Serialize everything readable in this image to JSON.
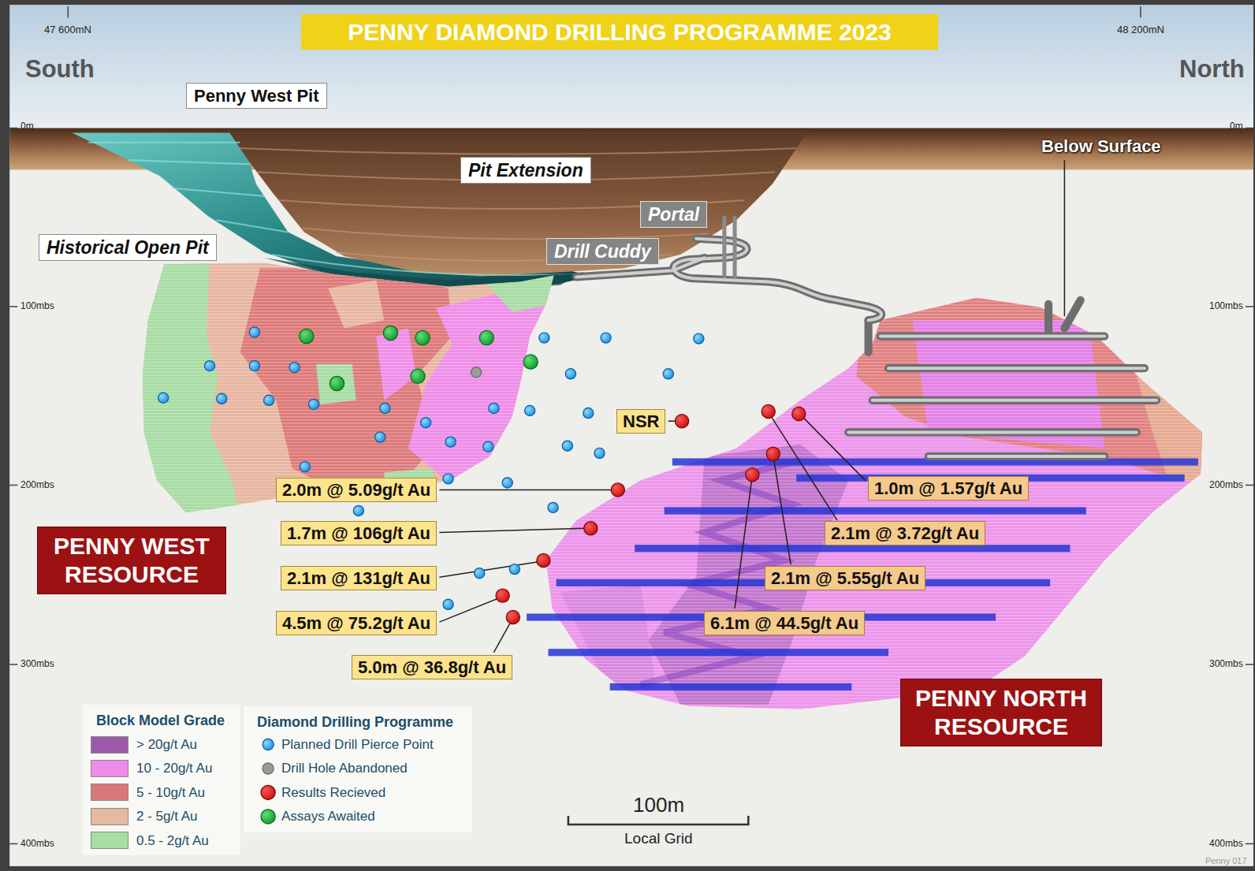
{
  "diagram": {
    "title": "PENNY DIAMOND DRILLING PROGRAMME 2023",
    "nodes": [
      {
        "text": [
          "Penny West Pit"
        ]
      },
      {
        "text": [
          "Pit Extension"
        ]
      },
      {
        "text": [
          "Historical Open Pit"
        ]
      },
      {
        "text": [
          "Portal"
        ]
      },
      {
        "text": [
          "Drill Cuddy"
        ]
      },
      {
        "text": [
          "NSR"
        ]
      },
      {
        "text": [
          "2.0m @ 5.09g/t Au"
        ]
      },
      {
        "text": [
          "1.0m @ 1.57g/t Au"
        ]
      },
      {
        "text": [
          "1.7m @ 106g/t Au"
        ]
      },
      {
        "text": [
          "2.1m @ 3.72g/t Au"
        ]
      },
      {
        "text": [
          "2.1m @ 131g/t Au"
        ]
      },
      {
        "text": [
          "2.1m @ 5.55g/t Au"
        ]
      },
      {
        "text": [
          "4.5m @ 75.2g/t Au"
        ]
      },
      {
        "text": [
          "6.1m @ 44.5g/t Au"
        ]
      },
      {
        "text": [
          "5.0m @ 36.8g/t Au"
        ]
      },
      {
        "text": [
          "PENNY WEST RESOURCE"
        ]
      },
      {
        "text": [
          "PENNY NORTH RESOURCE"
        ]
      }
    ],
    "labels": [
      "47 600mN",
      "48 200mN",
      "South",
      "North",
      "Below Surface",
      "0m",
      "0m",
      "100mbs",
      "100mbs",
      "200mbs",
      "200mbs",
      "300mbs",
      "300mbs",
      "400mbs",
      "400mbs",
      "Block Model Grade",
      "Diamond Drilling Programme",
      "100m",
      "Local Grid",
      "Penny 017"
    ],
    "legend": [
      {
        "text": "> 20g/t Au",
        "color": "#9b5aa8"
      },
      {
        "text": "10 - 20g/t Au",
        "color": "#ef8be9"
      },
      {
        "text": "5 - 10g/t Au",
        "color": "#d9777b"
      },
      {
        "text": "2 - 5g/t Au",
        "color": "#e6b9a1"
      },
      {
        "text": "0.5 - 2g/t Au",
        "color": "#a7dea4"
      },
      {
        "text": "Planned Drill Pierce Point"
      },
      {
        "text": "Drill Hole Abandoned"
      },
      {
        "text": "Results Recieved"
      },
      {
        "text": "Assays Awaited"
      }
    ]
  }
}
